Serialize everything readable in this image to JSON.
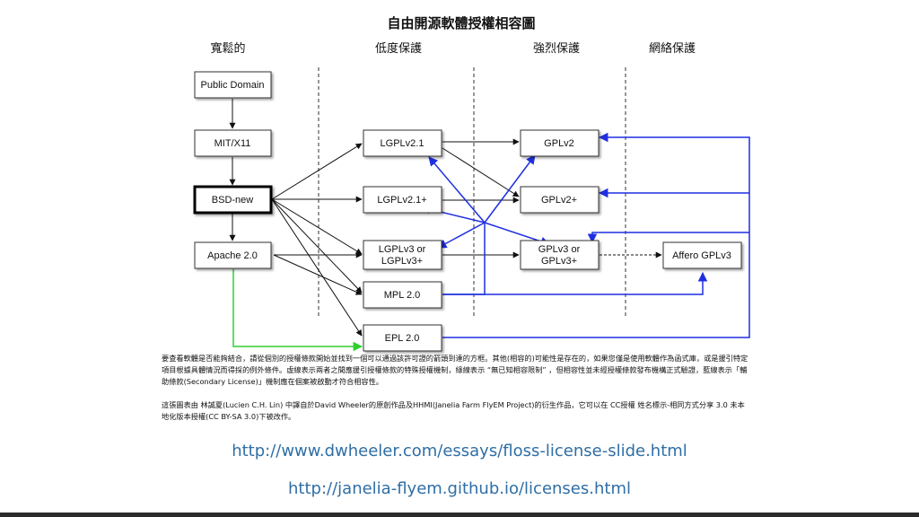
{
  "title": "自由開源軟體授權相容圖",
  "columns": [
    "寬鬆的",
    "低度保護",
    "強烈保護",
    "網絡保護"
  ],
  "nodes": {
    "public_domain": "Public Domain",
    "mit": "MIT/X11",
    "bsd": "BSD-new",
    "apache": "Apache 2.0",
    "lgpl21": "LGPLv2.1",
    "lgpl21p": "LGPLv2.1+",
    "lgpl3_l1": "LGPLv3 or",
    "lgpl3_l2": "LGPLv3+",
    "mpl": "MPL 2.0",
    "epl": "EPL 2.0",
    "gpl2": "GPLv2",
    "gpl2p": "GPLv2+",
    "gpl3_l1": "GPLv3 or",
    "gpl3_l2": "GPLv3+",
    "agpl": "Affero GPLv3"
  },
  "note1": "要查看軟體是否能夠結合，請從個別的授權條款開始並找到一個可以通過該許可證的箭頭到達的方框。其他(相容的)可能性是存在的，如果您僅是使用軟體作為函式庫，或是援引特定項目根據具體情況而得採的例外條件。虛線表示兩者之間應援引授權條款的特殊授權機制，綠線表示 “無已知相容限制” ，但相容性並未經授權條款發布機構正式驗證，藍線表示「輔助條款(Secondary License)」機制應在個案被啟動才符合相容性。",
  "note2": "這張圖表由 林誠夏(Lucien C.H. Lin) 中譯自於David Wheeler的原創作品及HHMI(Janelia Farm FlyEM Project)的衍生作品，它可以在 CC授權 姓名標示-相同方式分享 3.0 未本地化版本授權(CC BY-SA 3.0)下被改作。",
  "link1": "http://www.dwheeler.com/essays/floss-license-slide.html",
  "link2": "http://janelia-flyem.github.io/licenses.html",
  "colors": {
    "black_arrow": "#111111",
    "blue_arrow": "#1f2fe0",
    "green_arrow": "#2fcf2f",
    "link": "#2f6ea5"
  }
}
